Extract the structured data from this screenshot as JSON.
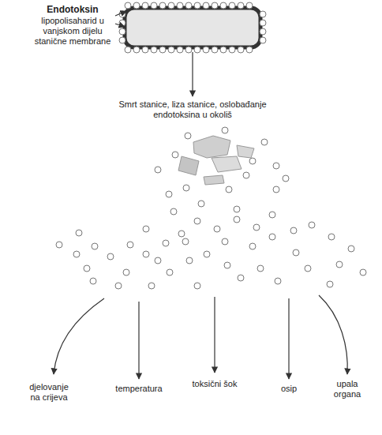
{
  "diagram": {
    "labels": [
      "Endotoksin",
      "lipopolisaharid u vanjskom dijelu stanične membrane",
      "Smrt stanice, liza stanice, oslobađanje endotoksina u okoliš",
      "djelovanje na crijeva",
      "temperatura",
      "toksični šok",
      "osip",
      "upala organa"
    ]
  }
}
